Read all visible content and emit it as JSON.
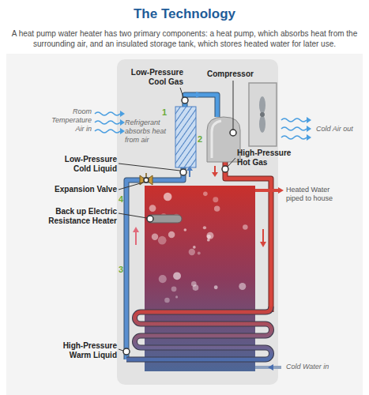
{
  "diagram": {
    "title": "The Technology",
    "caption": "A heat pump water heater has two primary components: a heat pump, which absorbs heat from the surrounding air, and an insulated storage tank, which stores heated water for later use.",
    "labels": [
      "Low-Pressure Cool Gas",
      "Compressor",
      "1",
      "Room Temperature Air in",
      "Refrigerant absorbs heat from air",
      "2",
      "Cold Air out",
      "Low-Pressure Cold Liquid",
      "High-Pressure Hot Gas",
      "Expansion Valve",
      "Heated Water piped to house",
      "4",
      "Back up Electric Resistance Heater",
      "3",
      "High-Pressure Warm Liquid",
      "Cold Water in"
    ]
  }
}
